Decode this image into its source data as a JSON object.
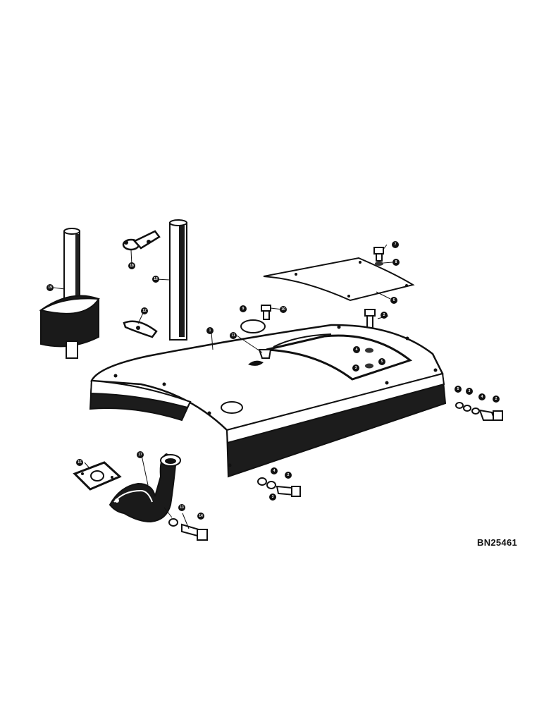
{
  "drawing_code": "BN25461",
  "callouts": [
    {
      "part": "1"
    },
    {
      "part": "2"
    },
    {
      "part": "2"
    },
    {
      "part": "2"
    },
    {
      "part": "3"
    },
    {
      "part": "3"
    },
    {
      "part": "3"
    },
    {
      "part": "3"
    },
    {
      "part": "4"
    },
    {
      "part": "4"
    },
    {
      "part": "4"
    },
    {
      "part": "5"
    },
    {
      "part": "5"
    },
    {
      "part": "5"
    },
    {
      "part": "6"
    },
    {
      "part": "7"
    },
    {
      "part": "8"
    },
    {
      "part": "9"
    },
    {
      "part": "10"
    },
    {
      "part": "11"
    },
    {
      "part": "12"
    },
    {
      "part": "13"
    },
    {
      "part": "14"
    },
    {
      "part": "15"
    },
    {
      "part": "16"
    },
    {
      "part": "17"
    },
    {
      "part": "18"
    },
    {
      "part": "19"
    }
  ]
}
